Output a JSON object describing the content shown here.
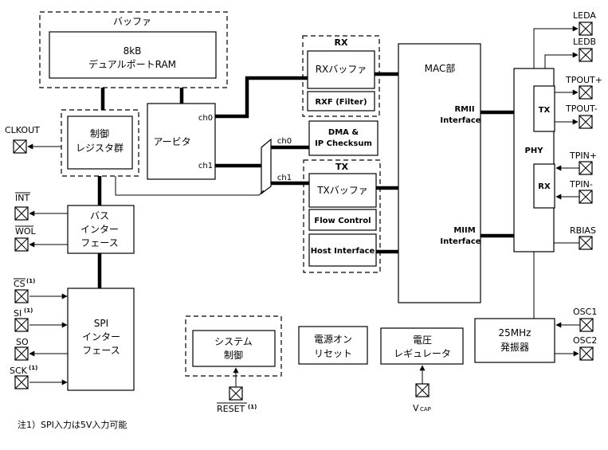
{
  "colors": {
    "line": "#000000",
    "background": "#ffffff"
  },
  "blocks": {
    "buffer_group": "バッファ",
    "dpram_size": "8kB",
    "dpram_name": "デュアルポートRAM",
    "control_reg_1": "制御",
    "control_reg_2": "レジスタ群",
    "arbiter": "アービタ",
    "ch0": "ch0",
    "ch1": "ch1",
    "rx_group": "RX",
    "rx_buffer": "RXバッファ",
    "rxf_filter": "RXF (Filter)",
    "dma_1": "DMA &",
    "dma_2": "IP Checksum",
    "tx_group": "TX",
    "tx_buffer": "TXバッファ",
    "flow_control": "Flow Control",
    "host_interface": "Host Interface",
    "mac": "MAC部",
    "rmii_1": "RMII",
    "rmii_2": "Interface",
    "miim_1": "MIIM",
    "miim_2": "Interface",
    "phy": "PHY",
    "phy_tx": "TX",
    "phy_rx": "RX",
    "bus_if_1": "バス",
    "bus_if_2": "インター",
    "bus_if_3": "フェース",
    "spi_if_1": "SPI",
    "spi_if_2": "インター",
    "spi_if_3": "フェース",
    "system_ctrl_1": "システム",
    "system_ctrl_2": "制御",
    "por_1": "電源オン",
    "por_2": "リセット",
    "vreg_1": "電圧",
    "vreg_2": "レギュレータ",
    "osc_1": "25MHz",
    "osc_2": "発振器"
  },
  "pins": {
    "clkout": "CLKOUT",
    "int": "INT",
    "wol": "WOL",
    "cs": "CS",
    "si": "SI",
    "so": "SO",
    "sck": "SCK",
    "footnote_mark": "(1)",
    "reset": "RESET",
    "vcap_main": "V",
    "vcap_sub": "CAP",
    "leda": "LEDA",
    "ledb": "LEDB",
    "tpout_p": "TPOUT+",
    "tpout_n": "TPOUT-",
    "tpin_p": "TPIN+",
    "tpin_n": "TPIN-",
    "rbias": "RBIAS",
    "osc1": "OSC1",
    "osc2": "OSC2"
  },
  "footnote": "注1）SPI入力は5V入力可能"
}
